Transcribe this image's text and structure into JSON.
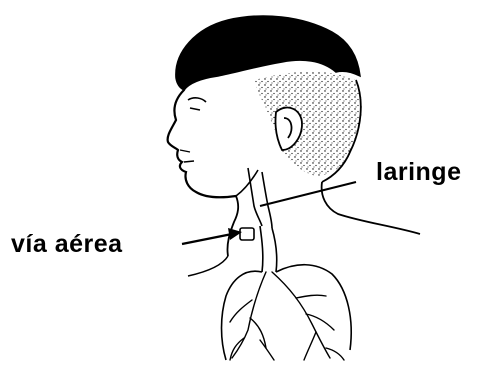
{
  "labels": {
    "laringe": "laringe",
    "via_aerea": "vía aérea"
  },
  "colors": {
    "ink": "#000000",
    "background": "#ffffff"
  },
  "icons": {
    "subject": "child-profile-illustration",
    "organ": "lungs-illustration"
  }
}
